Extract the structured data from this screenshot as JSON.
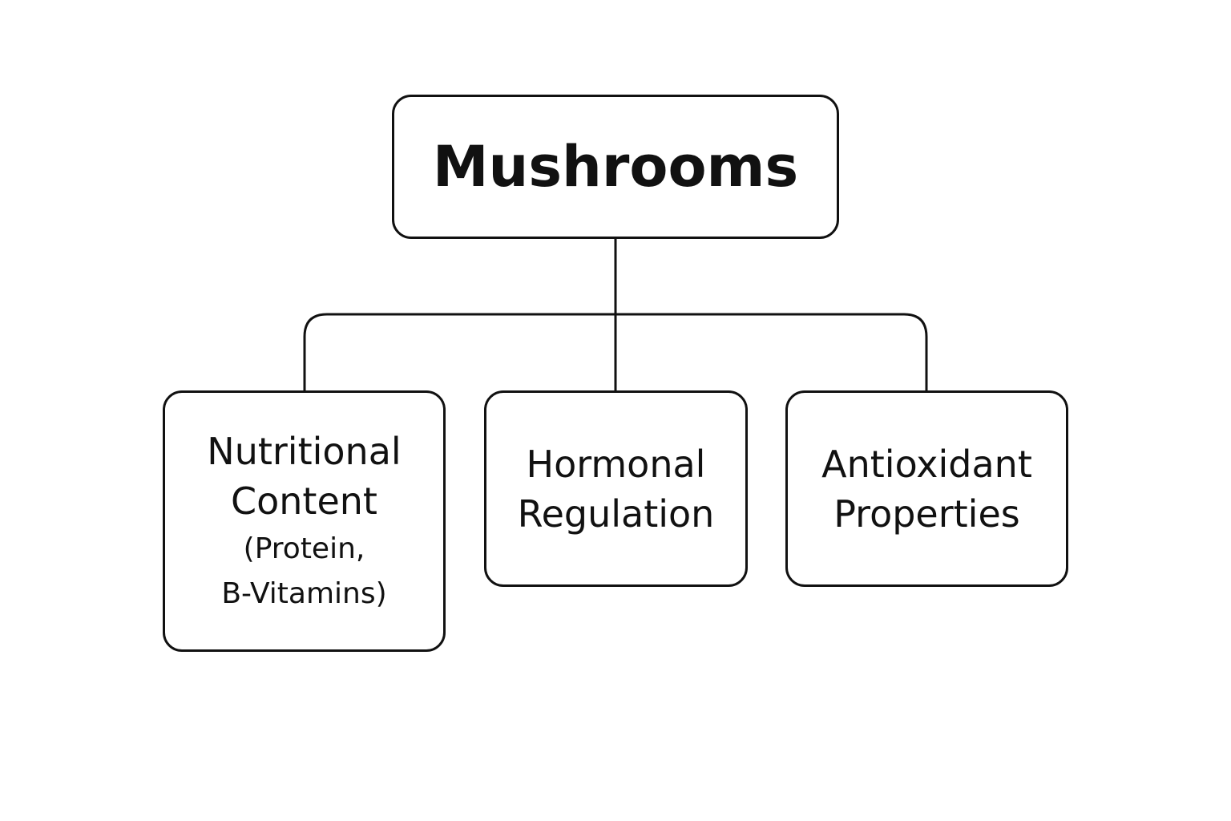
{
  "diagram": {
    "root": {
      "label": "Mushrooms"
    },
    "children": [
      {
        "line1": "Nutritional",
        "line2": "Content",
        "sub1": "(Protein,",
        "sub2": "B-Vitamins)"
      },
      {
        "line1": "Hormonal",
        "line2": "Regulation"
      },
      {
        "line1": "Antioxidant",
        "line2": "Properties"
      }
    ]
  },
  "style": {
    "stroke": "#111111",
    "background": "#ffffff",
    "text": "#111111"
  }
}
